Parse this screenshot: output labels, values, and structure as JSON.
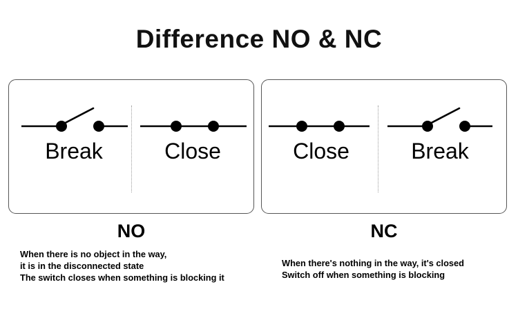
{
  "title": "Difference NO & NC",
  "colors": {
    "background": "#ffffff",
    "ink": "#000000",
    "panel_border": "#555555",
    "divider": "#9a9a9a"
  },
  "panels": [
    {
      "key": "no",
      "name": "NO",
      "symbols": [
        {
          "state": "break",
          "label": "Break",
          "closed": false
        },
        {
          "state": "close",
          "label": "Close",
          "closed": true
        }
      ],
      "caption": "NO",
      "description_lines": [
        "When there is no object in the way,",
        "it is in the disconnected state",
        "The switch closes when something is blocking it"
      ]
    },
    {
      "key": "nc",
      "name": "NC",
      "symbols": [
        {
          "state": "close",
          "label": "Close",
          "closed": true
        },
        {
          "state": "break",
          "label": "Break",
          "closed": false
        }
      ],
      "caption": "NC",
      "description_lines": [
        "When there's nothing in the way, it's closed",
        "Switch off when something is blocking"
      ]
    }
  ]
}
